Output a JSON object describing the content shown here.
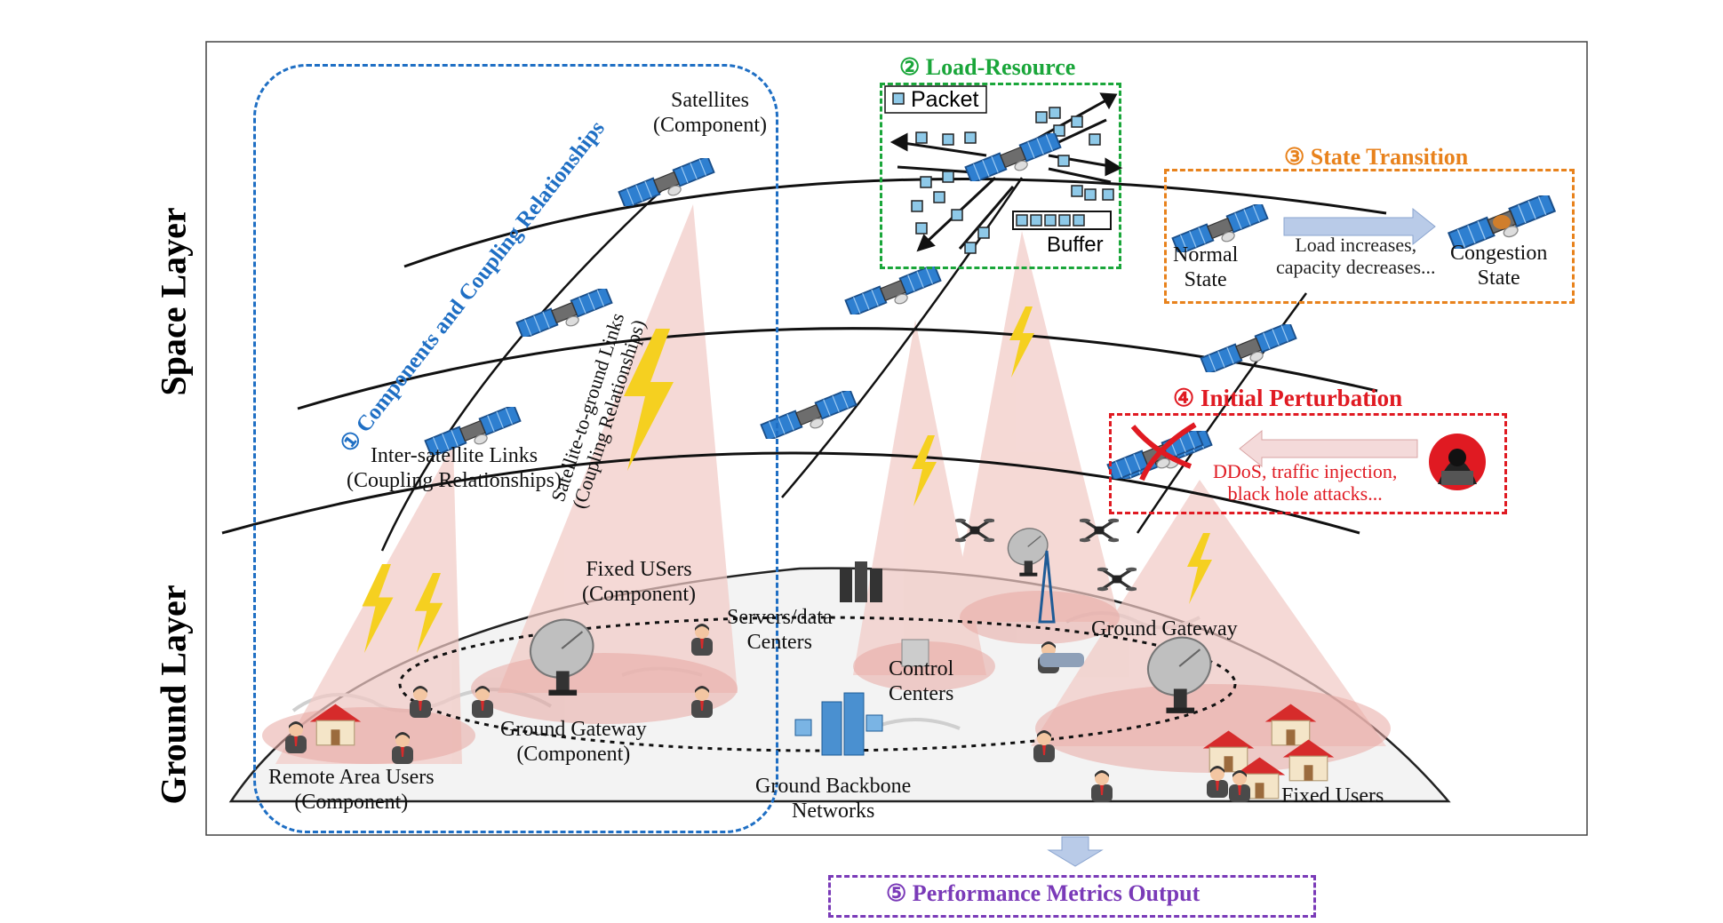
{
  "layers": {
    "space": "Space Layer",
    "ground": "Ground Layer"
  },
  "components": {
    "title": "① Components and Coupling Relationships",
    "satellites": [
      "Satellites",
      "(Component)"
    ],
    "isl": [
      "Inter-satellite Links",
      "(Coupling Relationships)"
    ],
    "s2g": [
      "Satellite-to-ground Links",
      "(Coupling Relationships)"
    ],
    "fixed_users_comp": [
      "Fixed USers",
      "(Component)"
    ],
    "ground_gateway_comp": [
      "Ground Gateway",
      "(Component)"
    ],
    "remote_users": [
      "Remote Area Users",
      "(Component)"
    ]
  },
  "load_resource": {
    "title": "② Load-Resource",
    "packet": "Packet",
    "buffer": "Buffer"
  },
  "state_transition": {
    "title": "③ State Transition",
    "normal": [
      "Normal",
      "State"
    ],
    "arrow": [
      "Load increases,",
      "capacity decreases..."
    ],
    "congestion": [
      "Congestion",
      "State"
    ]
  },
  "perturbation": {
    "title": "④ Initial Perturbation",
    "attacks": [
      "DDoS, traffic injection,",
      "black hole attacks..."
    ]
  },
  "ground": {
    "servers": [
      "Servers/data",
      "Centers"
    ],
    "control": [
      "Control",
      "Centers"
    ],
    "gateway": "Ground Gateway",
    "backbone": [
      "Ground Backbone",
      "Networks"
    ],
    "fixed_users": "Fixed Users"
  },
  "output": {
    "title": "⑤ Performance Metrics Output"
  },
  "colors": {
    "blue": "#1f6fc4",
    "green": "#1aa63a",
    "orange": "#e8821c",
    "red": "#e01a22",
    "purple": "#7a3ab8",
    "beam": "#f1c9c4",
    "bolt": "#f5d020"
  }
}
